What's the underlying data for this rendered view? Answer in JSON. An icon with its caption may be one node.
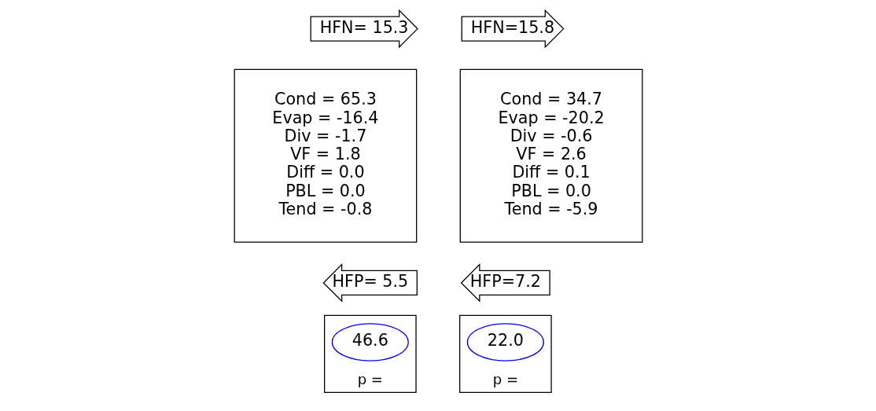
{
  "diagram": {
    "nodes": [
      {
        "text": [
          "Cond = 65.3",
          "Evap = -16.4",
          "Div = -1.7",
          "VF = 1.8",
          "Diff = 0.0",
          "PBL = 0.0",
          "Tend = -0.8"
        ]
      },
      {
        "text": [
          "Cond = 34.7",
          "Evap = -20.2",
          "Div = -0.6",
          "VF = 2.6",
          "Diff = 0.1",
          "PBL = 0.0",
          "Tend = -5.9"
        ]
      },
      {
        "text": [
          "HFN= 15.3"
        ]
      },
      {
        "text": [
          "HFN=15.8"
        ]
      },
      {
        "text": [
          "HFP= 5.5"
        ]
      },
      {
        "text": [
          "HFP=7.2"
        ]
      },
      {
        "text": [
          "p ="
        ]
      },
      {
        "text": [
          "46.6"
        ],
        "in": 6
      },
      {
        "text": [
          "p ="
        ]
      },
      {
        "text": [
          "22.0"
        ],
        "in": 8
      }
    ],
    "edges": []
  }
}
